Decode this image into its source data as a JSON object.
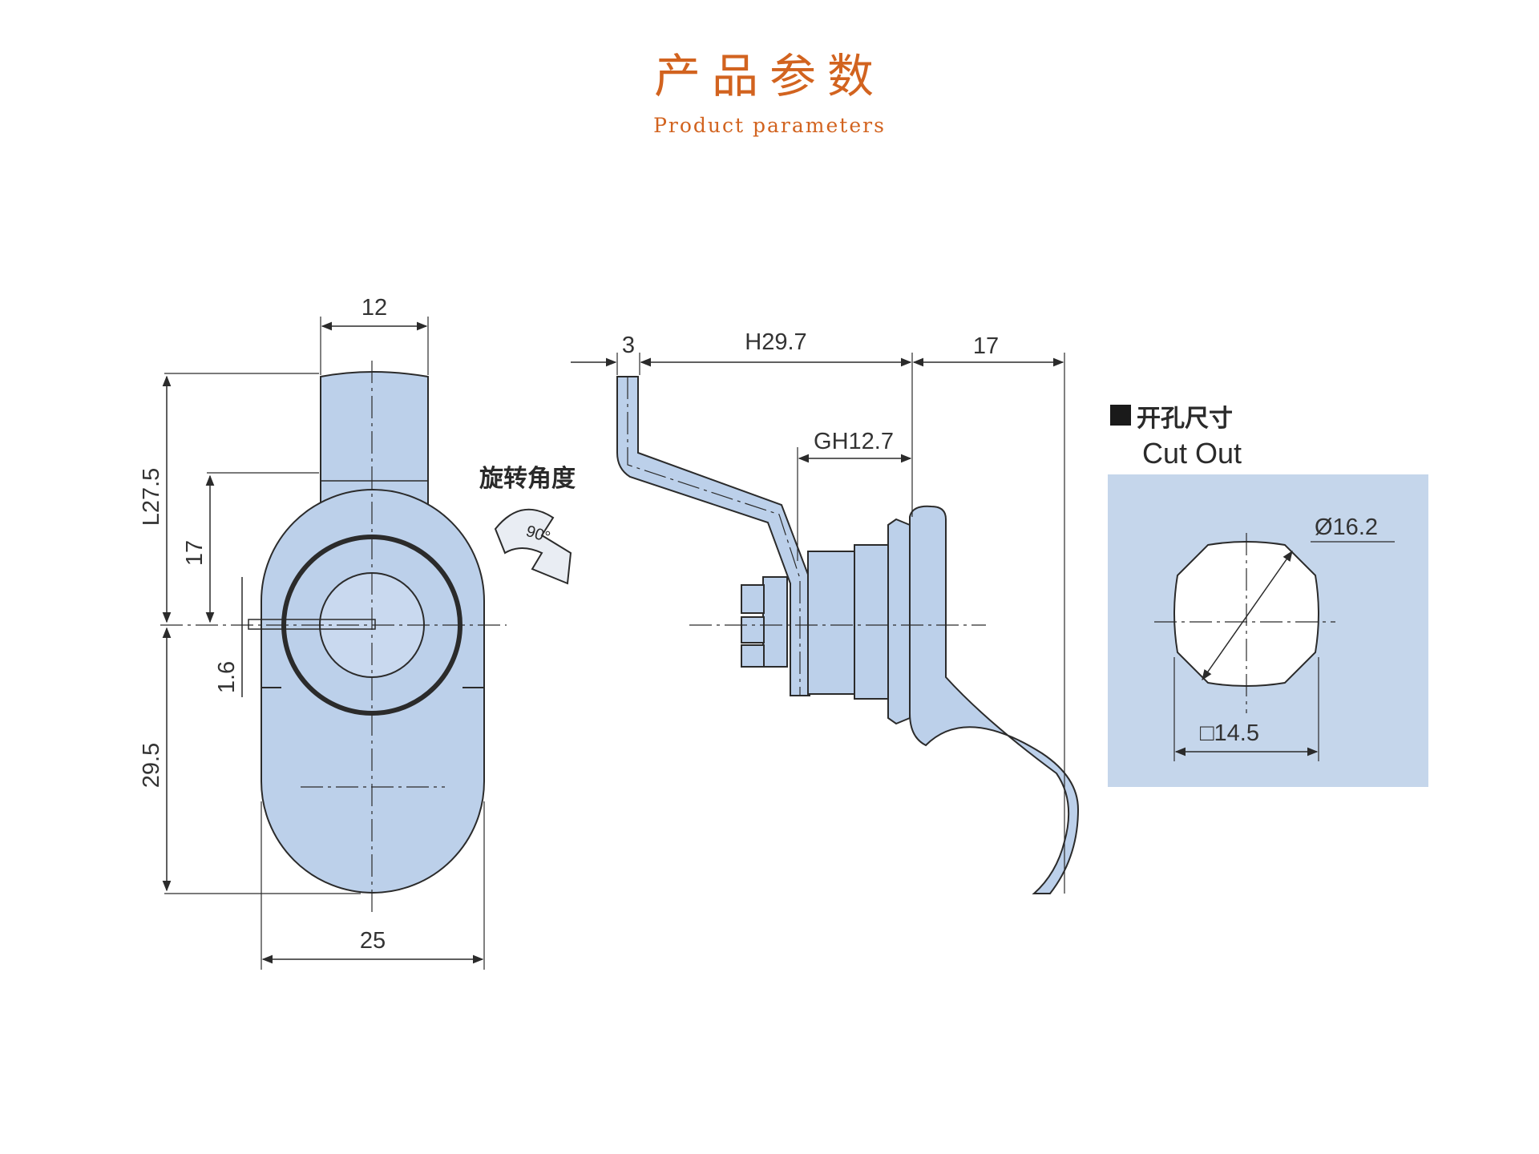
{
  "header": {
    "title_cn": "产品参数",
    "title_en": "Product parameters"
  },
  "front_view": {
    "top_width": "12",
    "overall_length": "L27.5",
    "key_slot_height": "17",
    "slot_width": "1.6",
    "lower_length": "29.5",
    "overall_width": "25"
  },
  "rotation": {
    "label": "旋转角度",
    "angle": "90°"
  },
  "side_view": {
    "lip": "3",
    "total_height": "H29.7",
    "extension": "17",
    "grip_height": "GH12.7"
  },
  "cutout": {
    "title_cn": "开孔尺寸",
    "title_en": "Cut Out",
    "diameter": "Ø16.2",
    "flat": "□14.5",
    "panel_color": "#c5d6eb"
  },
  "colors": {
    "accent": "#d2631f",
    "part_fill": "#bcd0ea",
    "line": "#2b2b2b"
  }
}
